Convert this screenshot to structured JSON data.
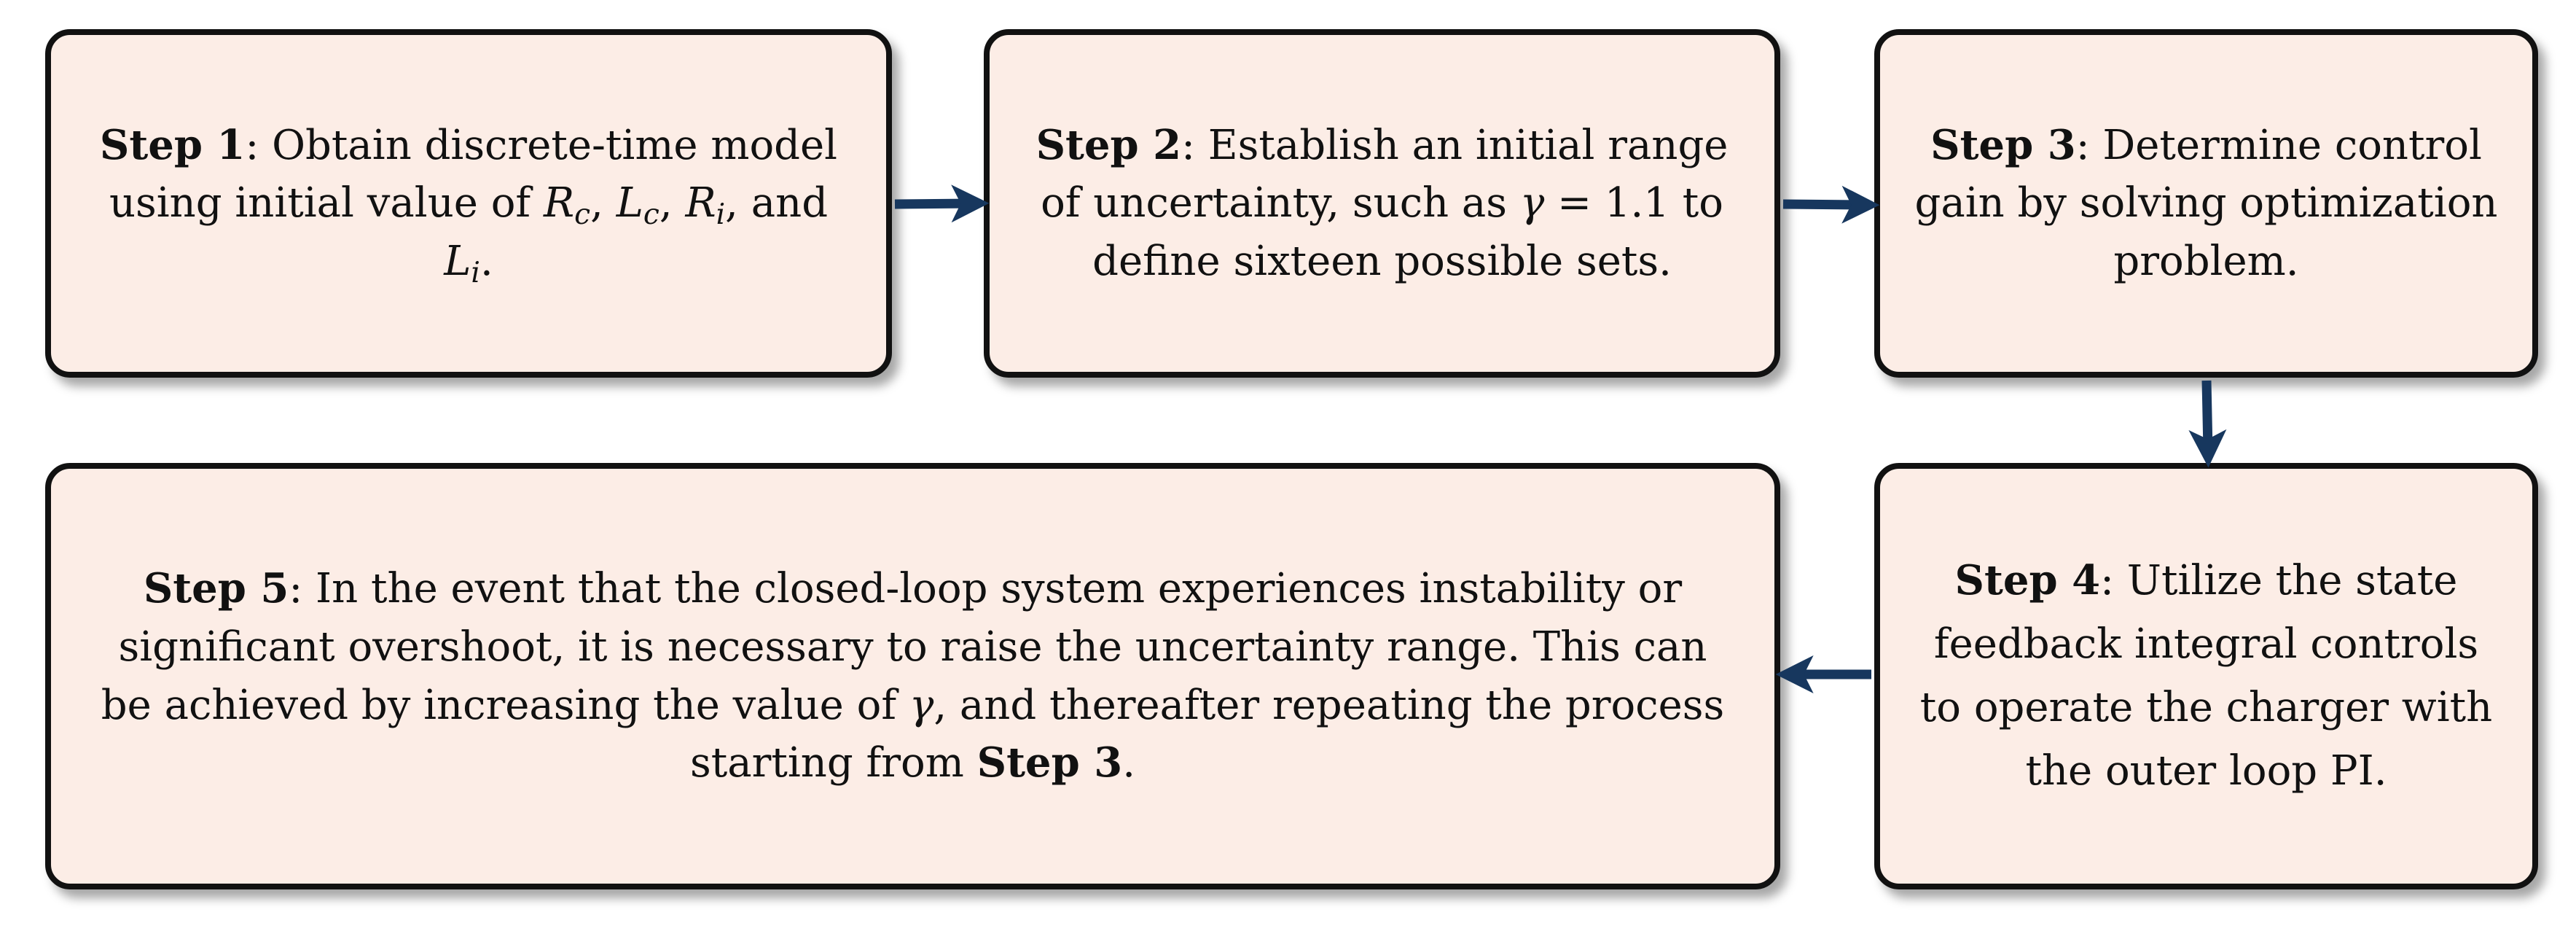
{
  "colors": {
    "box_fill": "#fcede6",
    "box_border": "#111111",
    "arrow": "#17375e"
  },
  "steps": {
    "step1": {
      "label": "Step 1",
      "line1": ": Obtain discrete-time model",
      "line2_prefix": "using initial value of ",
      "vars": [
        {
          "sym": "R",
          "sub": "c"
        },
        {
          "sym": "L",
          "sub": "c"
        },
        {
          "sym": "R",
          "sub": "i"
        },
        {
          "sym": "L",
          "sub": "i"
        }
      ],
      "sep": ", ",
      "and_text": ", and ",
      "end": "."
    },
    "step2": {
      "label": "Step 2",
      "text_a": ": Establish an initial range of uncertainty, such as ",
      "gamma": "γ",
      "text_b": " = 1.1 to define sixteen possible sets."
    },
    "step3": {
      "label": "Step 3",
      "text": ": Determine control gain by solving optimization problem."
    },
    "step4": {
      "label": "Step 4",
      "text": ": Utilize the state feedback integral controls to operate the charger with the outer loop PI."
    },
    "step5": {
      "label": "Step 5",
      "text_a": ": In the event that the closed-loop system experiences instability or significant overshoot, it is necessary to raise the uncertainty range. This can be achieved by increasing the value of ",
      "gamma": "γ",
      "text_b": ", and thereafter repeating the process starting from ",
      "ref_label": "Step 3",
      "end": "."
    }
  },
  "flow": [
    {
      "from": "step1",
      "to": "step2"
    },
    {
      "from": "step2",
      "to": "step3"
    },
    {
      "from": "step3",
      "to": "step4"
    },
    {
      "from": "step4",
      "to": "step5"
    }
  ]
}
